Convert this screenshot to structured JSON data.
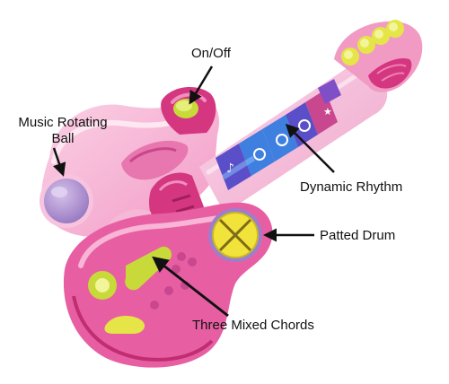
{
  "labels": {
    "on_off": "On/Off",
    "music_ball_line1": "Music Rotating",
    "music_ball_line2": "Ball",
    "dynamic_rhythm": "Dynamic Rhythm",
    "patted_drum": "Patted Drum",
    "three_mixed_chords": "Three Mixed Chords"
  },
  "colors": {
    "body_pink": "#f39ac6",
    "body_light": "#f7c3de",
    "body_magenta": "#d4367f",
    "neck_pink": "#f5b8d6",
    "neck_dark": "#e98bbb",
    "purple_ball": "#a886c9",
    "yellow_accent": "#e5e547",
    "yellow_drum": "#f2e33a",
    "blue_key": "#3f7fe0",
    "purple_key": "#5a4fc8",
    "magenta_key": "#c8478f",
    "arrow": "#111111"
  },
  "icons": {
    "arrow": "arrow-pointer-icon",
    "rhythm_symbols": [
      "treble-clef-icon",
      "drum-icon",
      "robot-icon",
      "cartoon-face-icon",
      "star-icon"
    ]
  }
}
